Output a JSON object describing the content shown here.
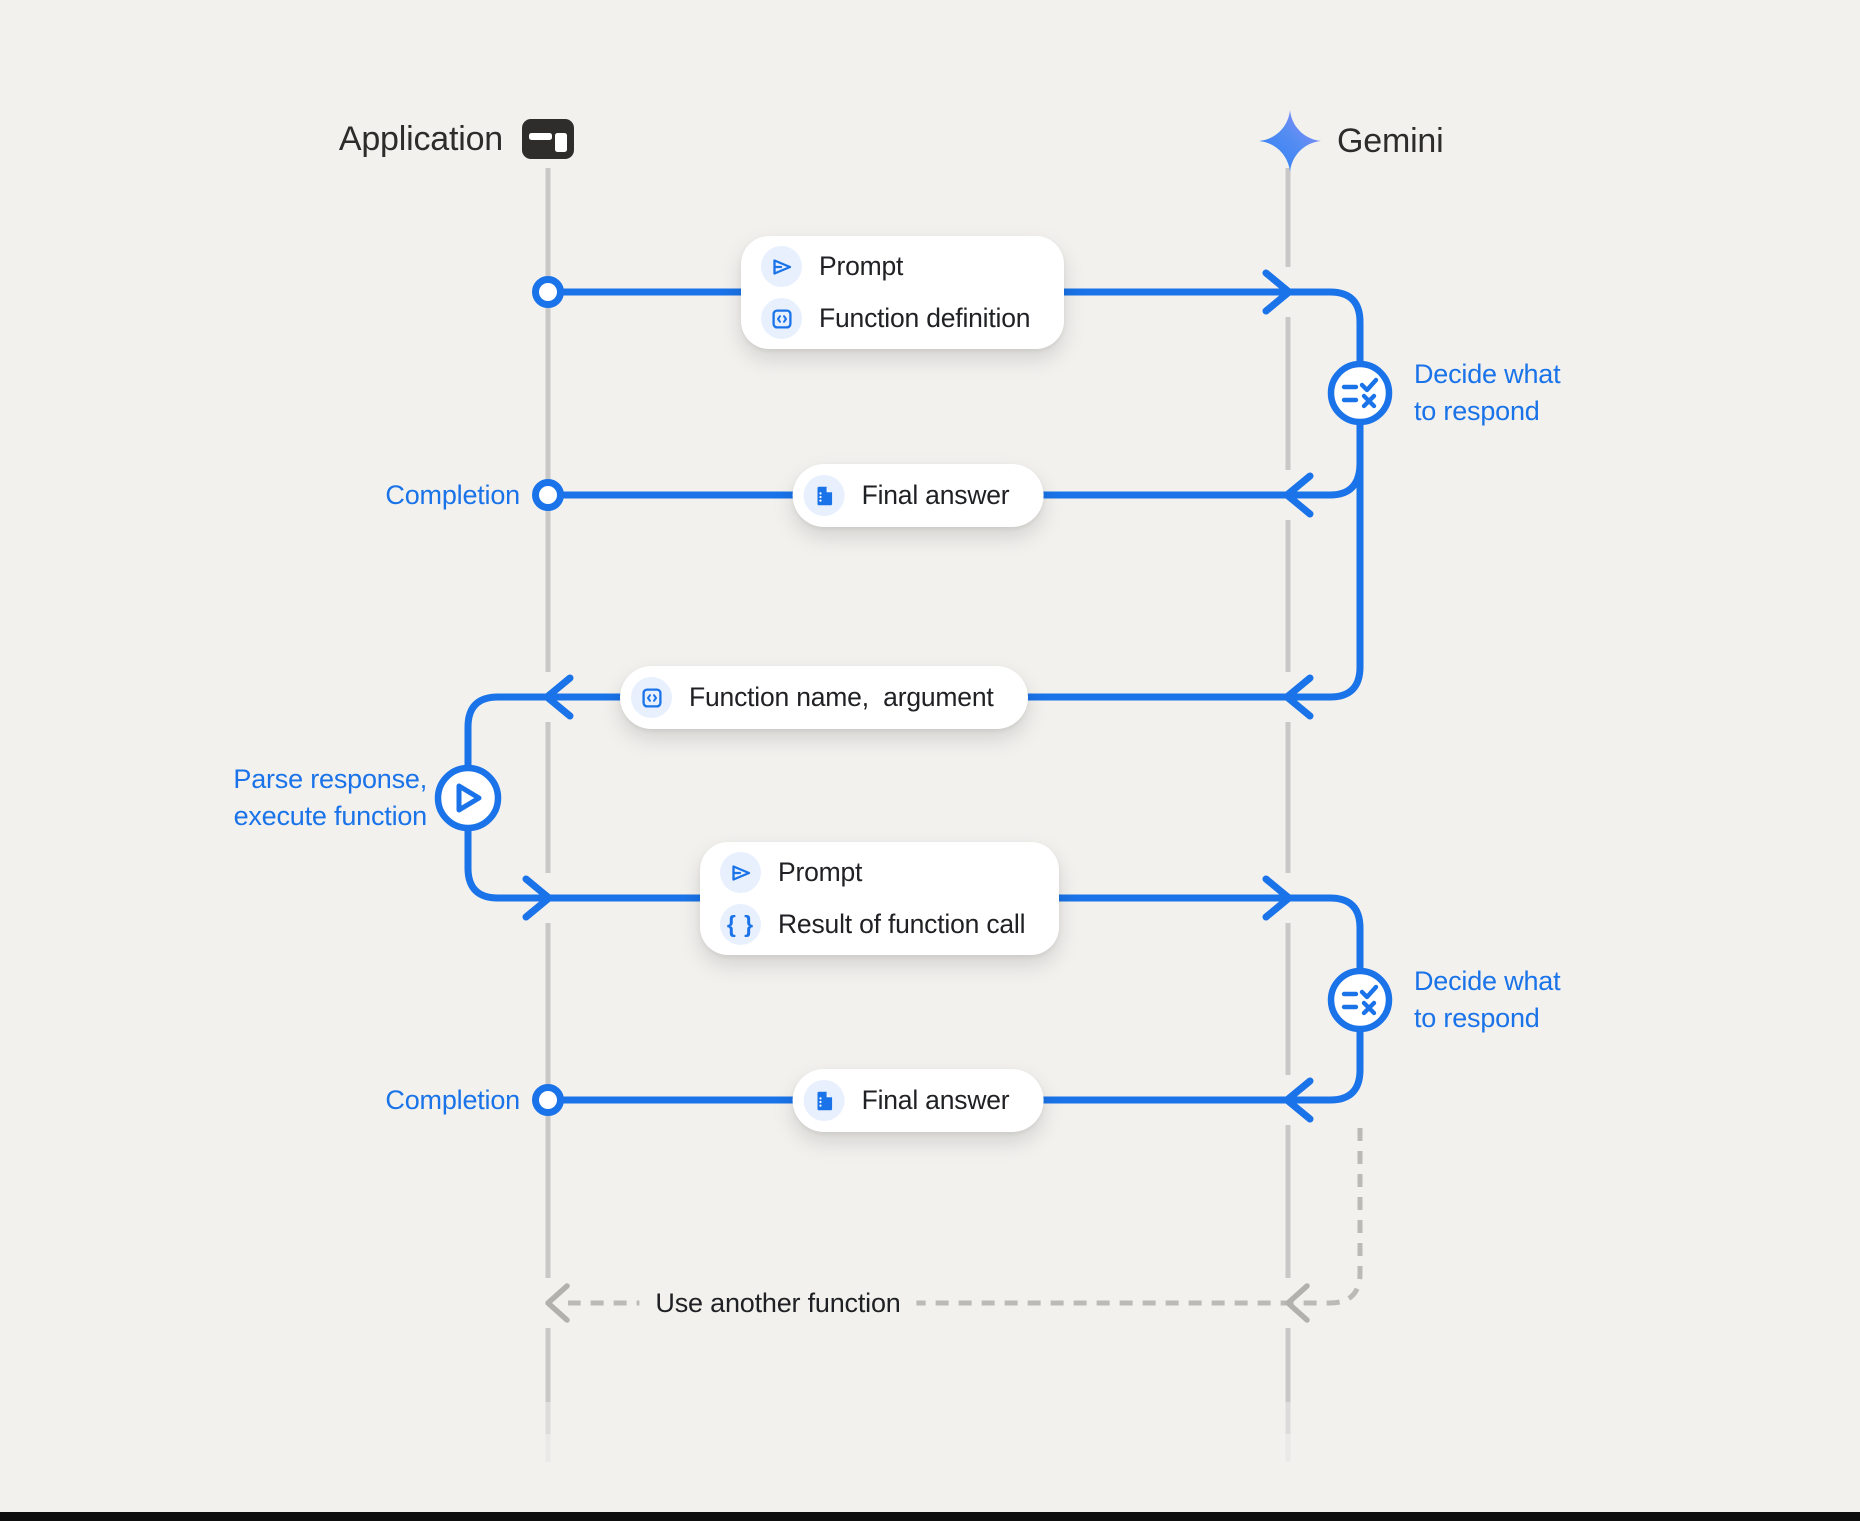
{
  "header": {
    "application_label": "Application",
    "gemini_label": "Gemini"
  },
  "actors": {
    "left": "Application",
    "right": "Gemini"
  },
  "boxes": {
    "prompt_function_definition": {
      "row1": "Prompt",
      "row2": "Function definition"
    },
    "final_answer_1": {
      "label": "Final answer"
    },
    "function_name_argument": {
      "label": "Function name,  argument"
    },
    "prompt_result": {
      "row1": "Prompt",
      "row2": "Result of function call"
    },
    "final_answer_2": {
      "label": "Final answer"
    },
    "braces_glyph": "{ }"
  },
  "labels": {
    "completion_1": "Completion",
    "completion_2": "Completion",
    "decide_1_line1": "Decide what",
    "decide_1_line2": "to respond",
    "decide_2_line1": "Decide what",
    "decide_2_line2": "to respond",
    "parse_line1": "Parse response,",
    "parse_line2": "execute function",
    "use_another_function": "Use another function"
  },
  "icons": {
    "application": "browser-window-icon",
    "gemini": "gemini-spark-icon",
    "prompt": "send-icon",
    "function_definition": "code-box-icon",
    "final_answer": "document-icon",
    "result_of_function_call": "curly-braces-icon",
    "decide": "checklist-decision-icon",
    "parse_execute": "play-circle-icon"
  },
  "colors": {
    "accent_blue": "#1a73e8",
    "icon_chip_bg": "#e8f0fe",
    "lifeline_gray": "#c9c8c6",
    "dashed_gray": "#bcbab7",
    "background": "#f2f1ee",
    "text_dark": "#202124",
    "gemini_gradient_start": "#2a7ff6",
    "gemini_gradient_end": "#9b8bfa"
  }
}
